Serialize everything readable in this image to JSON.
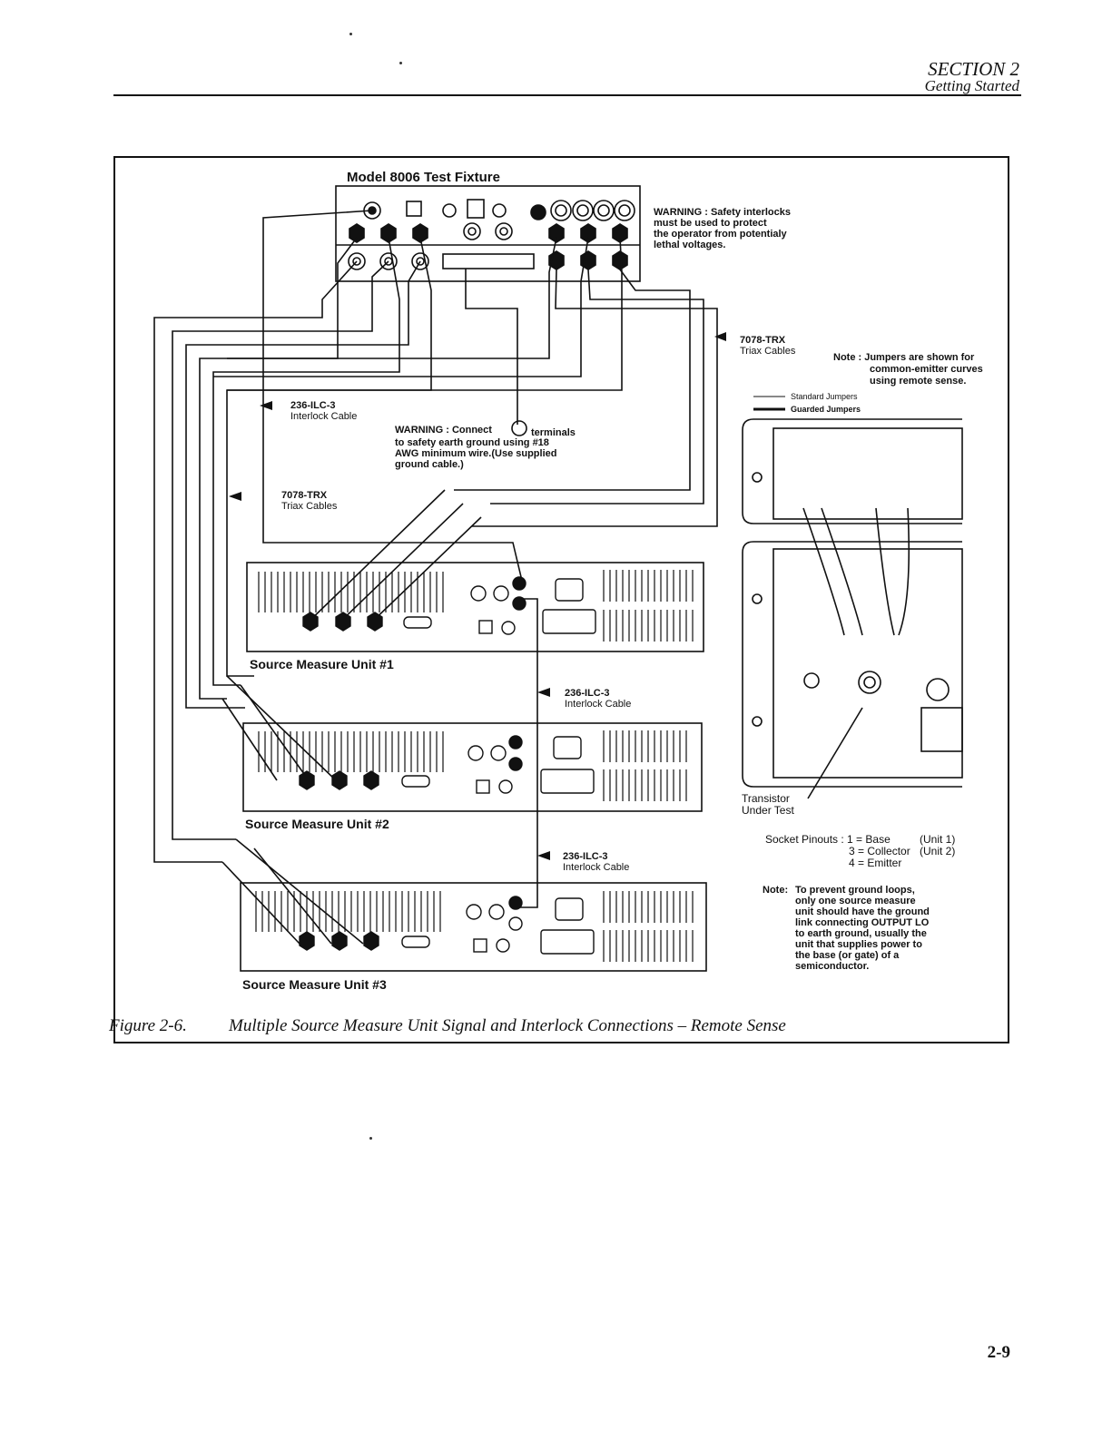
{
  "header": {
    "section": "SECTION 2",
    "subtitle": "Getting Started"
  },
  "figure": {
    "number": "Figure 2-6.",
    "title": "Multiple Source Measure Unit Signal and Interlock Connections – Remote Sense"
  },
  "labels": {
    "fixture_title": "Model 8006 Test Fixture",
    "warning_top": [
      "WARNING : Safety interlocks",
      "must be used to protect",
      "the operator from potentialy",
      "lethal voltages."
    ],
    "triax_right": [
      "7078-TRX",
      "Triax Cables"
    ],
    "note_jumpers": [
      "Note : Jumpers are shown for",
      "common-emitter curves",
      "using remote sense."
    ],
    "standard_jumpers": "Standard Jumpers",
    "guarded_jumpers": "Guarded Jumpers",
    "interlock_left": [
      "236-ILC-3",
      "Interlock Cable"
    ],
    "warning_ground": [
      "WARNING : Connect",
      "terminals",
      "to safety earth ground using #18",
      "AWG minimum wire.(Use supplied",
      "ground cable.)"
    ],
    "triax_left": [
      "7078-TRX",
      "Triax Cables"
    ],
    "smu1": "Source Measure Unit #1",
    "smu2": "Source Measure Unit #2",
    "smu3": "Source Measure Unit #3",
    "interlock_mid1": [
      "236-ILC-3",
      "Interlock Cable"
    ],
    "interlock_mid2": [
      "236-ILC-3",
      "Interlock Cable"
    ],
    "transistor": [
      "Transistor",
      "Under Test"
    ],
    "socket_pinouts": [
      "Socket Pinouts : 1 = Base",
      "(Unit 1)",
      "3 = Collector",
      "(Unit 2)",
      "4 = Emitter"
    ],
    "note_ground": [
      "Note:",
      "To prevent ground loops,",
      "only one source measure",
      "unit should have the ground",
      "link connecting OUTPUT LO",
      "to earth ground, usually the",
      "unit that supplies power to",
      "the base (or gate) of a",
      "semiconductor."
    ]
  },
  "page_number": "2-9"
}
